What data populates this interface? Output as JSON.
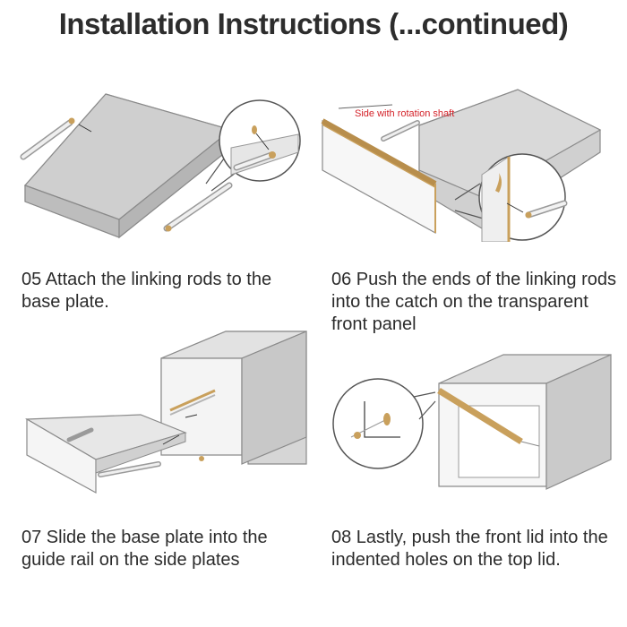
{
  "page": {
    "title": "Installation Instructions (...continued)"
  },
  "steps": [
    {
      "number": "05",
      "caption": "05 Attach the linking rods to the base plate."
    },
    {
      "number": "06",
      "caption": "06 Push the ends of the linking rods into the catch on the transparent front panel",
      "annotation": "Side with rotation shaft"
    },
    {
      "number": "07",
      "caption": "07 Slide the base plate into the guide rail on the side plates"
    },
    {
      "number": "08",
      "caption": "08 Lastly, push the front lid into the indented holes on the top lid."
    }
  ],
  "colors": {
    "panel_gray": "#d3d3d3",
    "edge_gray": "#b0b0b0",
    "outline": "#7a7a7a",
    "gold": "#c9a05c",
    "annotation_red": "#d4232a"
  }
}
